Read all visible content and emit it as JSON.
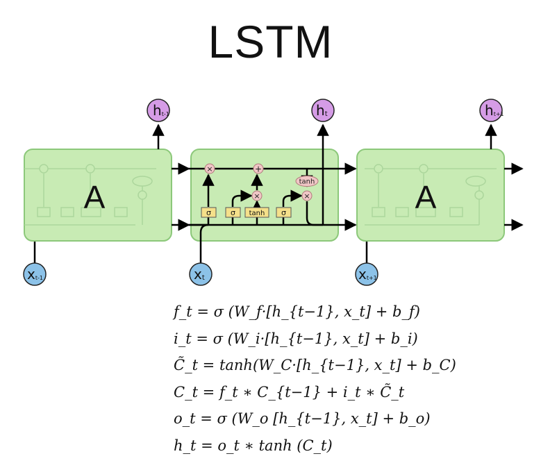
{
  "title": "LSTM",
  "cell_label": "A",
  "inputs": [
    {
      "base": "x",
      "sub": "t-1"
    },
    {
      "base": "x",
      "sub": "t"
    },
    {
      "base": "x",
      "sub": "t+1"
    }
  ],
  "outputs": [
    {
      "base": "h",
      "sub": "t-1"
    },
    {
      "base": "h",
      "sub": "t"
    },
    {
      "base": "h",
      "sub": "t+1"
    }
  ],
  "gates": [
    "σ",
    "σ",
    "tanh",
    "σ"
  ],
  "ops": {
    "multiply": "×",
    "add": "+",
    "tanh": "tanh"
  },
  "colors": {
    "cell_fill": "#c8ebb4",
    "cell_stroke": "#8cc87a",
    "gate_fill": "#f5e08a",
    "op_fill": "#f0c6c6",
    "input_node": "#8cc2e8",
    "output_node": "#d59ce6",
    "arrow": "#000000"
  },
  "equations": [
    "f_t = σ (W_f·[h_{t−1}, x_t] + b_f)",
    "i_t = σ (W_i·[h_{t−1}, x_t] + b_i)",
    "C̃_t = tanh(W_C·[h_{t−1}, x_t] + b_C)",
    "C_t = f_t ∗ C_{t−1} + i_t ∗ C̃_t",
    "o_t = σ (W_o [h_{t−1}, x_t] + b_o)",
    "h_t = o_t ∗ tanh (C_t)"
  ]
}
